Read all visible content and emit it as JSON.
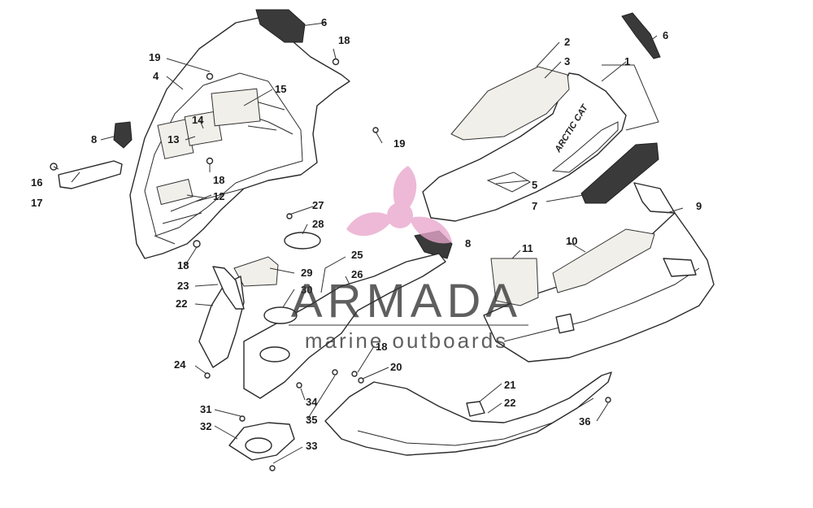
{
  "diagram": {
    "brand_decal": "ARCTIC CAT",
    "callouts": [
      {
        "id": "c1",
        "label": "1"
      },
      {
        "id": "c2",
        "label": "2"
      },
      {
        "id": "c3",
        "label": "3"
      },
      {
        "id": "c4",
        "label": "4"
      },
      {
        "id": "c5",
        "label": "5"
      },
      {
        "id": "c6a",
        "label": "6"
      },
      {
        "id": "c6b",
        "label": "6"
      },
      {
        "id": "c7",
        "label": "7"
      },
      {
        "id": "c8a",
        "label": "8"
      },
      {
        "id": "c8b",
        "label": "8"
      },
      {
        "id": "c9",
        "label": "9"
      },
      {
        "id": "c10",
        "label": "10"
      },
      {
        "id": "c11",
        "label": "11"
      },
      {
        "id": "c12",
        "label": "12"
      },
      {
        "id": "c13",
        "label": "13"
      },
      {
        "id": "c14",
        "label": "14"
      },
      {
        "id": "c15",
        "label": "15"
      },
      {
        "id": "c16",
        "label": "16"
      },
      {
        "id": "c17",
        "label": "17"
      },
      {
        "id": "c18a",
        "label": "18"
      },
      {
        "id": "c18b",
        "label": "18"
      },
      {
        "id": "c18c",
        "label": "18"
      },
      {
        "id": "c18d",
        "label": "18"
      },
      {
        "id": "c19a",
        "label": "19"
      },
      {
        "id": "c19b",
        "label": "19"
      },
      {
        "id": "c20",
        "label": "20"
      },
      {
        "id": "c21",
        "label": "21"
      },
      {
        "id": "c22a",
        "label": "22"
      },
      {
        "id": "c22b",
        "label": "22"
      },
      {
        "id": "c23",
        "label": "23"
      },
      {
        "id": "c24",
        "label": "24"
      },
      {
        "id": "c25",
        "label": "25"
      },
      {
        "id": "c26",
        "label": "26"
      },
      {
        "id": "c27",
        "label": "27"
      },
      {
        "id": "c28",
        "label": "28"
      },
      {
        "id": "c29",
        "label": "29"
      },
      {
        "id": "c30",
        "label": "30"
      },
      {
        "id": "c31",
        "label": "31"
      },
      {
        "id": "c32",
        "label": "32"
      },
      {
        "id": "c33",
        "label": "33"
      },
      {
        "id": "c34",
        "label": "34"
      },
      {
        "id": "c35",
        "label": "35"
      },
      {
        "id": "c36",
        "label": "36"
      }
    ]
  },
  "watermark": {
    "title": "ARMADA",
    "subtitle": "marine outboards",
    "logo_color": "#e8a6cc",
    "text_color": "#333333"
  }
}
